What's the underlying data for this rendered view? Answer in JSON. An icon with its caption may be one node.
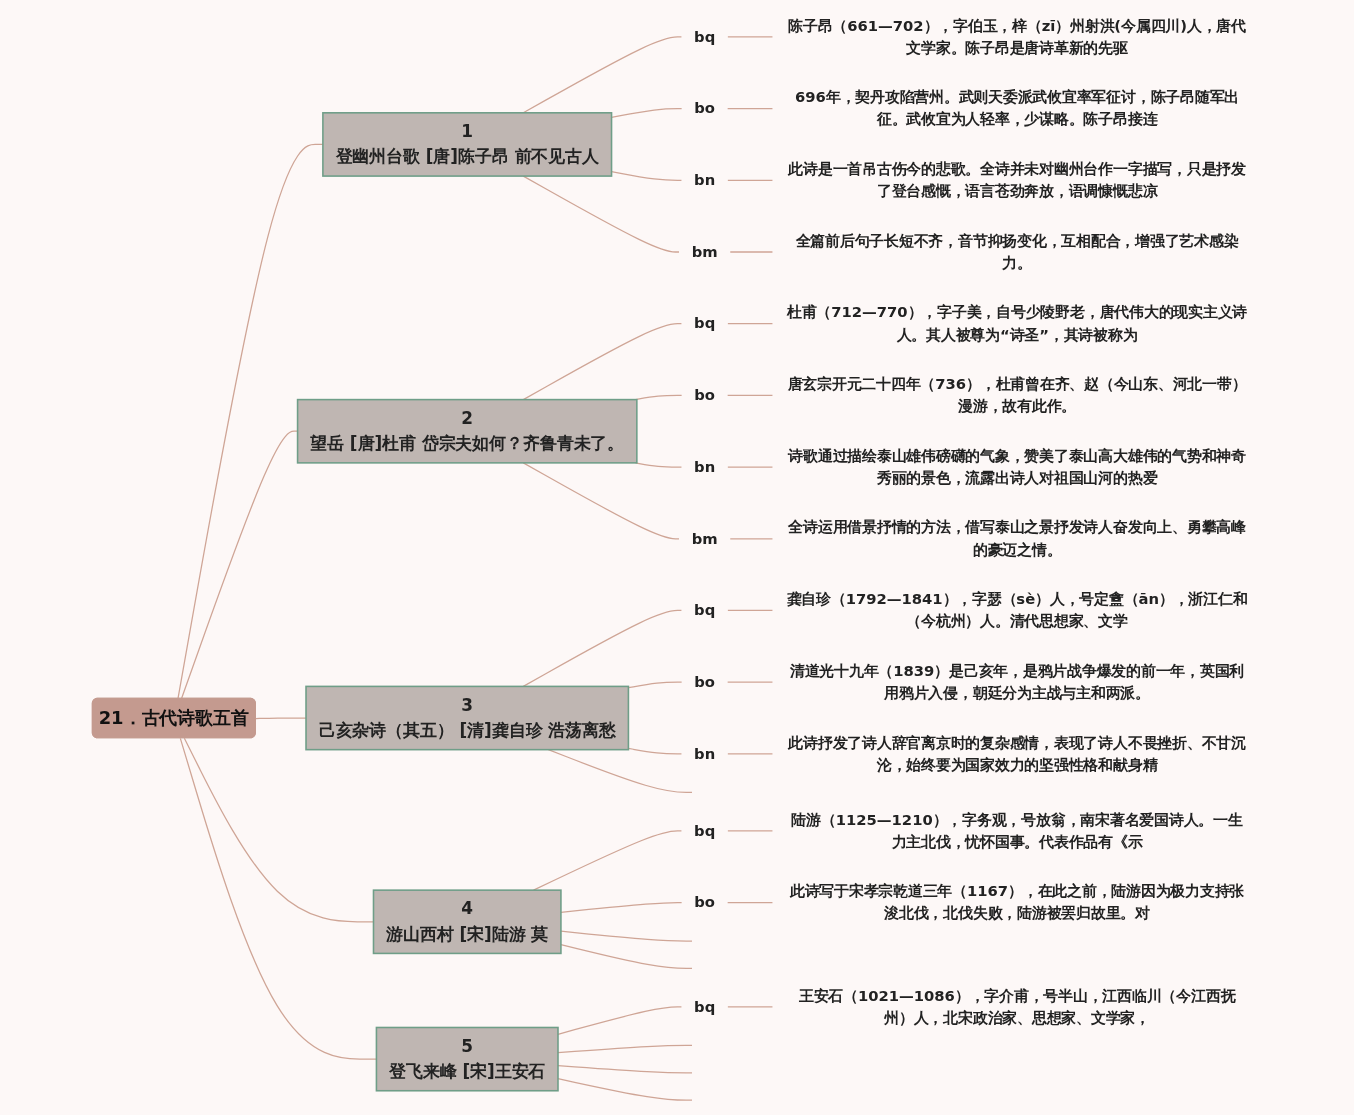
{
  "diagram": {
    "nodes": [
      {
        "text": [
          "21．古代诗歌五首"
        ]
      },
      {
        "text": [
          "1",
          "登幽州台歌 [唐]陈子昂 前不见古人"
        ]
      },
      {
        "text": [
          "bq"
        ]
      },
      {
        "text": [
          "陈子昂（661—702），字伯玉，梓（zī）州射洪(今属四川)人，唐代文学家。陈子昂是唐诗革新的先驱"
        ]
      },
      {
        "text": [
          "bo"
        ]
      },
      {
        "text": [
          "696年，契丹攻陷营州。武则天委派武攸宜率军征讨，陈子昂随军出征。武攸宜为人轻率，少谋略。陈子昂接连"
        ]
      },
      {
        "text": [
          "bn"
        ]
      },
      {
        "text": [
          "此诗是一首吊古伤今的悲歌。全诗并未对幽州台作一字描写，只是抒发了登台感慨，语言苍劲奔放，语调慷慨悲凉"
        ]
      },
      {
        "text": [
          "bm"
        ]
      },
      {
        "text": [
          "全篇前后句子长短不齐，音节抑扬变化，互相配合，增强了艺术感染力。"
        ]
      },
      {
        "text": [
          "2",
          "望岳 [唐]杜甫 岱宗夫如何？齐鲁青未了。"
        ]
      },
      {
        "text": [
          "bq"
        ]
      },
      {
        "text": [
          "杜甫（712—770），字子美，自号少陵野老，唐代伟大的现实主义诗人。其人被尊为“诗圣”，其诗被称为"
        ]
      },
      {
        "text": [
          "bo"
        ]
      },
      {
        "text": [
          "唐玄宗开元二十四年（736），杜甫曾在齐、赵（今山东、河北一带）漫游，故有此作。"
        ]
      },
      {
        "text": [
          "bn"
        ]
      },
      {
        "text": [
          "诗歌通过描绘泰山雄伟磅礴的气象，赞美了泰山高大雄伟的气势和神奇秀丽的景色，流露出诗人对祖国山河的热爱"
        ]
      },
      {
        "text": [
          "bm"
        ]
      },
      {
        "text": [
          "全诗运用借景抒情的方法，借写泰山之景抒发诗人奋发向上、勇攀高峰的豪迈之情。"
        ]
      },
      {
        "text": [
          "3",
          "己亥杂诗（其五） [清]龚自珍 浩荡离愁"
        ]
      },
      {
        "text": [
          "bq"
        ]
      },
      {
        "text": [
          "龚自珍（1792—1841），字瑟（sè）人，号定盦（ān），浙江仁和（今杭州）人。清代思想家、文学"
        ]
      },
      {
        "text": [
          "bo"
        ]
      },
      {
        "text": [
          "清道光十九年（1839）是己亥年，是鸦片战争爆发的前一年，英国利用鸦片入侵，朝廷分为主战与主和两派。"
        ]
      },
      {
        "text": [
          "bn"
        ]
      },
      {
        "text": [
          "此诗抒发了诗人辞官离京时的复杂感情，表现了诗人不畏挫折、不甘沉沦，始终要为国家效力的坚强性格和献身精"
        ]
      },
      {
        "text": [
          "4",
          "游山西村 [宋]陆游 莫"
        ]
      },
      {
        "text": [
          "bq"
        ]
      },
      {
        "text": [
          "陆游（1125—1210），字务观，号放翁，南宋著名爱国诗人。一生力主北伐，忧怀国事。代表作品有《示"
        ]
      },
      {
        "text": [
          "bo"
        ]
      },
      {
        "text": [
          "此诗写于宋孝宗乾道三年（1167），在此之前，陆游因为极力支持张浚北伐，北伐失败，陆游被罢归故里。对"
        ]
      },
      {
        "text": [
          "5",
          "登飞来峰 [宋]王安石"
        ]
      },
      {
        "text": [
          "bq"
        ]
      },
      {
        "text": [
          "王安石（1021—1086），字介甫，号半山，江西临川（今江西抚州）人，北宋政治家、思想家、文学家，"
        ]
      }
    ],
    "edges": [
      {
        "from": 0,
        "to": 1,
        "arrow": "none"
      },
      {
        "from": 1,
        "to": 2,
        "arrow": "none"
      },
      {
        "from": 2,
        "to": 3,
        "arrow": "none"
      },
      {
        "from": 1,
        "to": 4,
        "arrow": "none"
      },
      {
        "from": 4,
        "to": 5,
        "arrow": "none"
      },
      {
        "from": 1,
        "to": 6,
        "arrow": "none"
      },
      {
        "from": 6,
        "to": 7,
        "arrow": "none"
      },
      {
        "from": 1,
        "to": 8,
        "arrow": "none"
      },
      {
        "from": 8,
        "to": 9,
        "arrow": "none"
      },
      {
        "from": 0,
        "to": 10,
        "arrow": "none"
      },
      {
        "from": 10,
        "to": 11,
        "arrow": "none"
      },
      {
        "from": 11,
        "to": 12,
        "arrow": "none"
      },
      {
        "from": 10,
        "to": 13,
        "arrow": "none"
      },
      {
        "from": 13,
        "to": 14,
        "arrow": "none"
      },
      {
        "from": 10,
        "to": 15,
        "arrow": "none"
      },
      {
        "from": 15,
        "to": 16,
        "arrow": "none"
      },
      {
        "from": 10,
        "to": 17,
        "arrow": "none"
      },
      {
        "from": 17,
        "to": 18,
        "arrow": "none"
      },
      {
        "from": 0,
        "to": 19,
        "arrow": "none"
      },
      {
        "from": 19,
        "to": 20,
        "arrow": "none"
      },
      {
        "from": 20,
        "to": 21,
        "arrow": "none"
      },
      {
        "from": 19,
        "to": 22,
        "arrow": "none"
      },
      {
        "from": 22,
        "to": 23,
        "arrow": "none"
      },
      {
        "from": 19,
        "to": 24,
        "arrow": "none"
      },
      {
        "from": 24,
        "to": 25,
        "arrow": "none"
      },
      {
        "from": 19,
        "to": null,
        "arrow": "none"
      },
      {
        "from": 0,
        "to": 26,
        "arrow": "none"
      },
      {
        "from": 26,
        "to": 27,
        "arrow": "none"
      },
      {
        "from": 27,
        "to": 28,
        "arrow": "none"
      },
      {
        "from": 26,
        "to": 29,
        "arrow": "none"
      },
      {
        "from": 29,
        "to": 30,
        "arrow": "none"
      },
      {
        "from": 26,
        "to": null,
        "arrow": "none"
      },
      {
        "from": 26,
        "to": null,
        "arrow": "none"
      },
      {
        "from": 0,
        "to": 31,
        "arrow": "none"
      },
      {
        "from": 31,
        "to": 32,
        "arrow": "none"
      },
      {
        "from": 32,
        "to": 33,
        "arrow": "none"
      },
      {
        "from": 31,
        "to": null,
        "arrow": "none"
      },
      {
        "from": 31,
        "to": null,
        "arrow": "none"
      },
      {
        "from": 31,
        "to": null,
        "arrow": "none"
      }
    ]
  }
}
